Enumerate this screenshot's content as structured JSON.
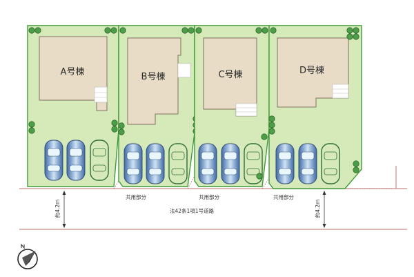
{
  "buildings": [
    {
      "label": "A号棟"
    },
    {
      "label": "B号棟"
    },
    {
      "label": "C号棟"
    },
    {
      "label": "D号棟"
    }
  ],
  "common_area_label": "共用部分",
  "road_label": "法42条1項1号道路",
  "road_width_label": "約4.2m",
  "colors": {
    "lot_green": "#d6e9b8",
    "lot_border": "#3f9a3a",
    "building_fill": "#e8dcc6",
    "building_border": "#7f7260",
    "tree": "#4e9d48",
    "car_body": "#5b7fb3",
    "car_glass": "#dff0fa",
    "ground_line": "#c98a8a",
    "common_dots": "#b07070"
  }
}
